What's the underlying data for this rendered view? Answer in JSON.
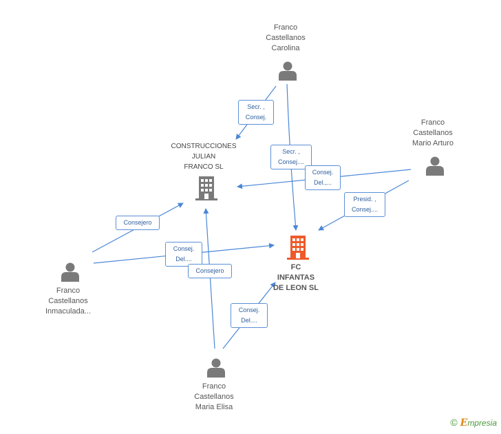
{
  "colors": {
    "edge": "#4a86d6",
    "person_icon": "#7a7a7a",
    "company_icon": "#7a7a7a",
    "main_company_icon": "#ee5a2a",
    "relation_text": "#2f5f9e"
  },
  "persons": [
    {
      "id": "carolina",
      "lines": [
        "Franco",
        "Castellanos",
        "Carolina"
      ]
    },
    {
      "id": "mario",
      "lines": [
        "Franco",
        "Castellanos",
        "Mario Arturo"
      ]
    },
    {
      "id": "inmaculada",
      "lines": [
        "Franco",
        "Castellanos",
        "Inmaculada..."
      ]
    },
    {
      "id": "elisa",
      "lines": [
        "Franco",
        "Castellanos",
        "Maria Elisa"
      ]
    }
  ],
  "companies": [
    {
      "id": "construcciones",
      "lines": [
        "CONSTRUCCIONES",
        "JULIAN",
        "FRANCO SL"
      ]
    },
    {
      "id": "fc",
      "lines": [
        "FC",
        "INFANTAS",
        "DE LEON SL"
      ]
    }
  ],
  "relations": [
    {
      "id": "r1",
      "lines": [
        "Secr. ,",
        "Consej."
      ]
    },
    {
      "id": "r2",
      "lines": [
        "Secr. ,",
        "Consej...."
      ]
    },
    {
      "id": "r3",
      "lines": [
        "Consej.",
        "Del.,..."
      ]
    },
    {
      "id": "r4",
      "lines": [
        "Presid. ,",
        "Consej...."
      ]
    },
    {
      "id": "r5",
      "lines": [
        "Consejero"
      ]
    },
    {
      "id": "r6",
      "lines": [
        "Consej.",
        "Del...."
      ]
    },
    {
      "id": "r7",
      "lines": [
        "Consejero"
      ]
    },
    {
      "id": "r8",
      "lines": [
        "Consej.",
        "Del...."
      ]
    }
  ],
  "brand": {
    "copyright": "©",
    "e": "E",
    "rest": "mpresia"
  }
}
